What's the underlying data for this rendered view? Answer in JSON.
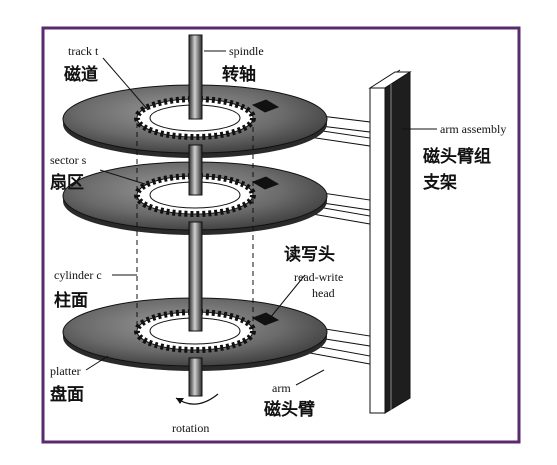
{
  "labels": {
    "track_en": "track t",
    "track_zh": "磁道",
    "spindle_en": "spindle",
    "spindle_zh": "转轴",
    "arm_assembly_en": "arm assembly",
    "arm_assembly_zh_1": "磁头臂组",
    "arm_assembly_zh_2": "支架",
    "sector_en": "sector s",
    "sector_zh": "扇区",
    "read_write_zh": "读写头",
    "read_write_en_1": "read-write",
    "read_write_en_2": "head",
    "cylinder_en": "cylinder c",
    "cylinder_zh": "柱面",
    "platter_en": "platter",
    "platter_zh": "盘面",
    "arm_en": "arm",
    "arm_zh": "磁头臂",
    "rotation_en": "rotation"
  },
  "colors": {
    "frame": "#5a2a6e",
    "platter": "#6e6e6e",
    "platter_edge": "#1a1a1a",
    "ink": "#111111"
  }
}
